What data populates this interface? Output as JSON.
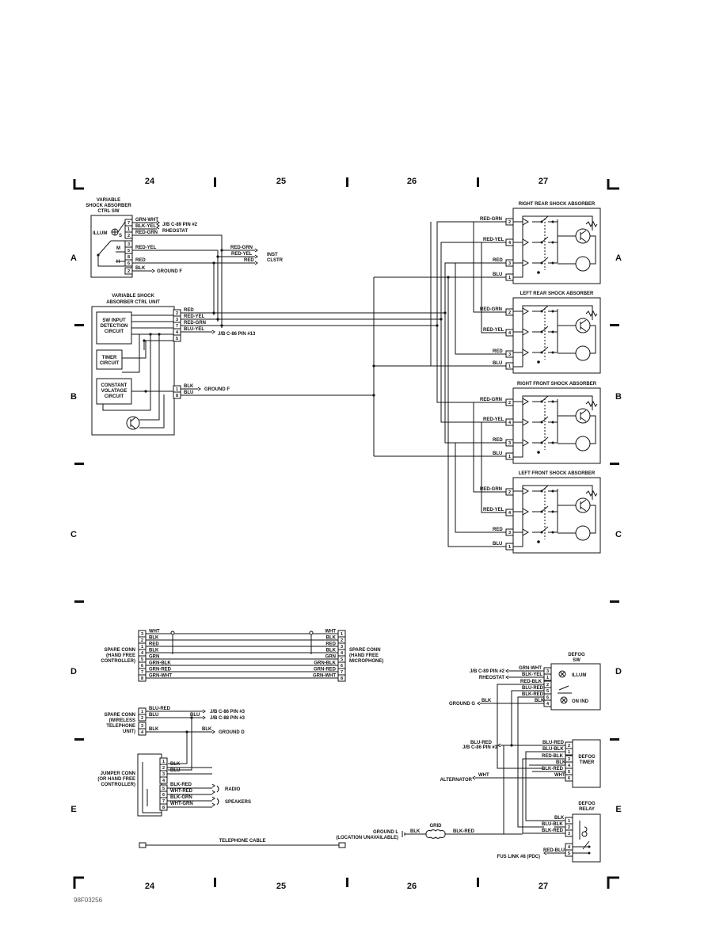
{
  "grid": {
    "columns": [
      "24",
      "25",
      "26",
      "27"
    ],
    "rows": [
      "A",
      "B",
      "C",
      "D",
      "E"
    ]
  },
  "figure_code": "98F03256",
  "shock_ctrl_sw": {
    "title": [
      "VARIABLE",
      "SHOCK ABSORBER",
      "CTRL SW"
    ],
    "illum": "ILLUM",
    "positions": [
      "S",
      "M",
      "H"
    ],
    "pins": [
      "7",
      "1",
      "2",
      "3",
      "5",
      "8",
      "6",
      "2"
    ],
    "wires": [
      "GRN-WHT",
      "BLK-YEL",
      "RED-GRN",
      "RED-YEL",
      "RED",
      "BLK"
    ],
    "refs": [
      "J/B C-89 PIN #2",
      "RHEOSTAT",
      "GROUND F"
    ]
  },
  "inst_clstr": {
    "label": [
      "INST",
      "CLSTR"
    ],
    "wires": [
      "RED-GRN",
      "RED-YEL",
      "RED"
    ]
  },
  "ctrl_unit": {
    "title": [
      "VARIABLE SHOCK",
      "ABSORBER CTRL UNIT"
    ],
    "blocks": [
      [
        "SW INPUT",
        "DETECTION",
        "CIRCUIT"
      ],
      [
        "TIMER",
        "CIRCUIT"
      ],
      [
        "CONSTANT",
        "VOLATAGE",
        "CIRCUIT"
      ]
    ],
    "pins": [
      "2",
      "3",
      "7",
      "4",
      "5",
      "1",
      "8"
    ],
    "wires": [
      "RED",
      "RED-YEL",
      "RED-GRN",
      "BLU-YEL",
      "BLK",
      "BLU"
    ],
    "refs": [
      "J/B C-86 PIN #13",
      "GROUND F"
    ]
  },
  "absorbers": [
    {
      "title": "RIGHT REAR SHOCK ABSORBER",
      "wires": [
        "RED-GRN",
        "RED-YEL",
        "RED",
        "BLU"
      ],
      "pins": [
        "2",
        "4",
        "3",
        "1"
      ]
    },
    {
      "title": "LEFT REAR SHOCK ABSORBER",
      "wires": [
        "RED-GRN",
        "RED-YEL",
        "RED",
        "BLU"
      ],
      "pins": [
        "2",
        "4",
        "3",
        "1"
      ]
    },
    {
      "title": "RIGHT FRONT SHOCK ABSORBER",
      "wires": [
        "RED-GRN",
        "RED-YEL",
        "RED",
        "BLU"
      ],
      "pins": [
        "2",
        "4",
        "3",
        "1"
      ]
    },
    {
      "title": "LEFT FRONT SHOCK ABSORBER",
      "wires": [
        "RED-GRN",
        "RED-YEL",
        "RED",
        "BLU"
      ],
      "pins": [
        "2",
        "4",
        "3",
        "1"
      ]
    }
  ],
  "spare_conn_mic": {
    "left_label": [
      "SPARE CONN",
      "(HAND FREE",
      "CONTROLLER)"
    ],
    "right_label": [
      "SPARE CONN",
      "(HAND FREE",
      "MICROPHONE)"
    ],
    "left_pins": [
      "3",
      "2",
      "1",
      "4",
      "5",
      "6",
      "7",
      "8"
    ],
    "right_pins": [
      "1",
      "2",
      "3",
      "4",
      "5",
      "6",
      "7",
      "8"
    ],
    "left_wires": [
      "WHT",
      "BLK",
      "RED",
      "BLK",
      "GRN",
      "GRN-BLK",
      "GRN-RED",
      "GRN-WHT"
    ],
    "right_wires": [
      "WHT",
      "BLK",
      "RED",
      "BLK",
      "GRN",
      "GRN-BLK",
      "GRN-RED",
      "GRN-WHT"
    ]
  },
  "spare_conn_tel": {
    "label": [
      "SPARE CONN",
      "(WIRELESS",
      "TELEPHONE",
      "UNIT)"
    ],
    "pins": [
      "1",
      "2",
      "3",
      "4"
    ],
    "wires": [
      "BLU-RED",
      "BLU",
      "BLK",
      "BLU",
      "BLK"
    ],
    "refs": [
      "J/B C-86 PIN #3",
      "J/B C-88 PIN #3",
      "GROUND D"
    ]
  },
  "jumper_conn": {
    "label": [
      "JUMPER CONN",
      "(OR HAND FREE",
      "CONTROLLER)"
    ],
    "pins": [
      "1",
      "2",
      "3",
      "4",
      "5",
      "6",
      "7",
      "8"
    ],
    "wires": [
      "BLK",
      "BLU",
      "BLK-RED",
      "WHT-RED",
      "BLK-GRN",
      "WHT-GRN"
    ],
    "refs": [
      "RADIO",
      "SPEAKERS"
    ]
  },
  "telephone_cable": "TELEPHONE CABLE",
  "ground_l": [
    "GROUND L",
    "(LOCATION UNAVAILABLE)"
  ],
  "grid_element": {
    "label": "GRID",
    "wires": [
      "BLK",
      "BLK-RED"
    ]
  },
  "defog_sw": {
    "title": [
      "DEFOG",
      "SW"
    ],
    "pins": [
      "3",
      "1",
      "2",
      "5",
      "6",
      "4"
    ],
    "wires": [
      "GRN-WHT",
      "BLK-YEL",
      "RED-BLK",
      "BLU-RED",
      "BLK-RED",
      "BLK",
      "BLK"
    ],
    "refs": [
      "J/B C-89 PIN #2",
      "RHEOSTAT",
      "GROUND G"
    ],
    "lamps": [
      "ILLUM",
      "ON IND"
    ]
  },
  "defog_timer": {
    "title": [
      "DEFOG",
      "TIMER"
    ],
    "pins": [
      "2",
      "1",
      "3",
      "4",
      "5",
      "6"
    ],
    "wires": [
      "BLU-RED",
      "BLU-BLK",
      "RED-BLK",
      "BLK",
      "BLK-RED",
      "WHT"
    ],
    "refs": [
      "J/B C-86 PIN #3",
      "ALTERNATOR",
      "BLU-RED",
      "WHT"
    ]
  },
  "defog_relay": {
    "title": [
      "DEFOG",
      "RELAY"
    ],
    "pins": [
      "1",
      "2",
      "3",
      "4",
      "5"
    ],
    "wires": [
      "BLK",
      "BLU-BLK",
      "BLK-RED",
      "RED-BLU"
    ],
    "refs": [
      "FUS LINK #8 (PDC)"
    ]
  }
}
